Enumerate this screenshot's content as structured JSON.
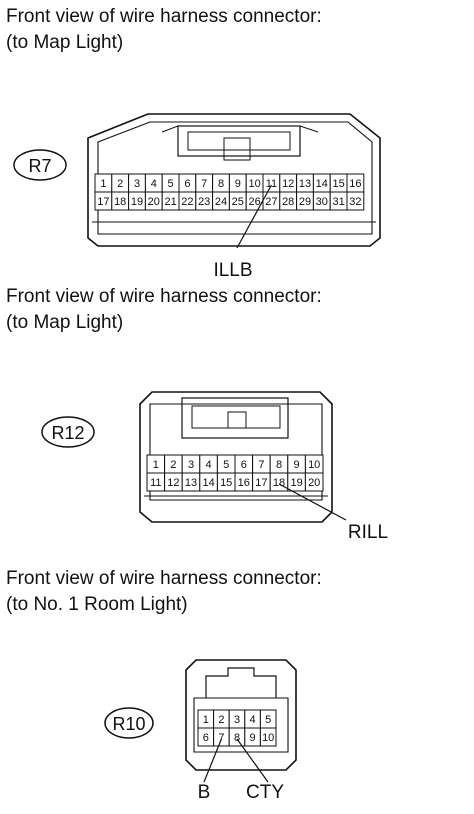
{
  "captions": [
    {
      "line1": "Front view of wire harness connector:",
      "line2": "(to Map Light)"
    },
    {
      "line1": "Front view of wire harness connector:",
      "line2": "(to Map Light)"
    },
    {
      "line1": "Front view of wire harness connector:",
      "line2": "(to No. 1 Room Light)"
    }
  ],
  "connectors": [
    {
      "id": "R7",
      "rows": [
        [
          "1",
          "2",
          "3",
          "4",
          "5",
          "6",
          "7",
          "8",
          "9",
          "10",
          "11",
          "12",
          "13",
          "14",
          "15",
          "16"
        ],
        [
          "17",
          "18",
          "19",
          "20",
          "21",
          "22",
          "23",
          "24",
          "25",
          "26",
          "27",
          "28",
          "29",
          "30",
          "31",
          "32"
        ]
      ],
      "signals": [
        {
          "name": "ILLB",
          "pin": "11"
        }
      ]
    },
    {
      "id": "R12",
      "rows": [
        [
          "1",
          "2",
          "3",
          "4",
          "5",
          "6",
          "7",
          "8",
          "9",
          "10"
        ],
        [
          "11",
          "12",
          "13",
          "14",
          "15",
          "16",
          "17",
          "18",
          "19",
          "20"
        ]
      ],
      "signals": [
        {
          "name": "RILL",
          "pin": "18"
        }
      ]
    },
    {
      "id": "R10",
      "rows": [
        [
          "1",
          "2",
          "3",
          "4",
          "5"
        ],
        [
          "6",
          "7",
          "8",
          "9",
          "10"
        ]
      ],
      "signals": [
        {
          "name": "B",
          "pin": "7"
        },
        {
          "name": "CTY",
          "pin": "8"
        }
      ]
    }
  ]
}
